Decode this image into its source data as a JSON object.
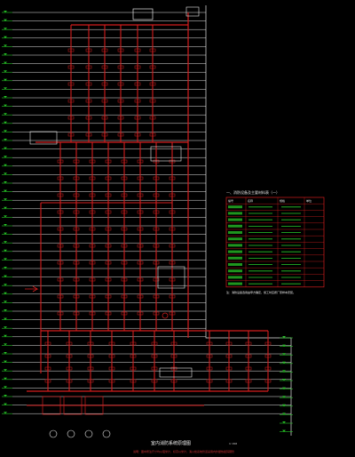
{
  "drawing": {
    "title": "室内消防系统原理图",
    "subtitle": "说明：图中所注尺寸均以毫米计，标高以米计，消火栓系统管道采用内外壁热镀锌钢管",
    "scale": "1:150",
    "colors": {
      "background": "#000000",
      "pipe": "#d41e1e",
      "floor_line": "#e6e6e6",
      "level_mark": "#28c828",
      "table_border": "#d41e1e",
      "table_text": "#28c828"
    }
  },
  "table": {
    "title": "一、消防设备及主要材料表（一）",
    "headers": [
      "编号",
      "名称",
      "规格",
      "单位"
    ],
    "row_count": 13,
    "note": "注：消防设备选用由甲方确定，施工时应按厂家样本安装。"
  },
  "levels": {
    "left_count": 48,
    "right_count": 12
  }
}
